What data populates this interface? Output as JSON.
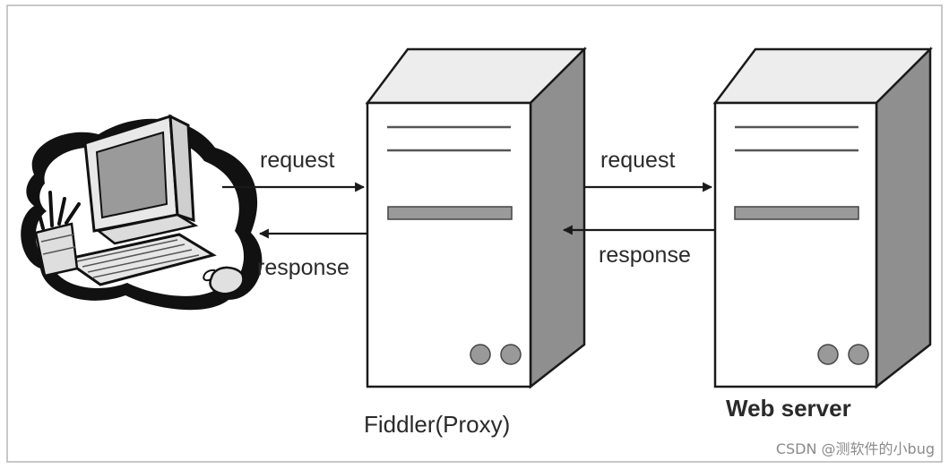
{
  "diagram": {
    "client": {
      "icon": "desktop-computer-icon"
    },
    "proxy": {
      "label": "Fiddler(Proxy)"
    },
    "web_server": {
      "label": "Web server"
    },
    "arrows": {
      "client_to_proxy": "request",
      "proxy_to_client": "response",
      "proxy_to_server": "request",
      "server_to_proxy": "response"
    },
    "watermark": "CSDN @测软件的小bug"
  }
}
